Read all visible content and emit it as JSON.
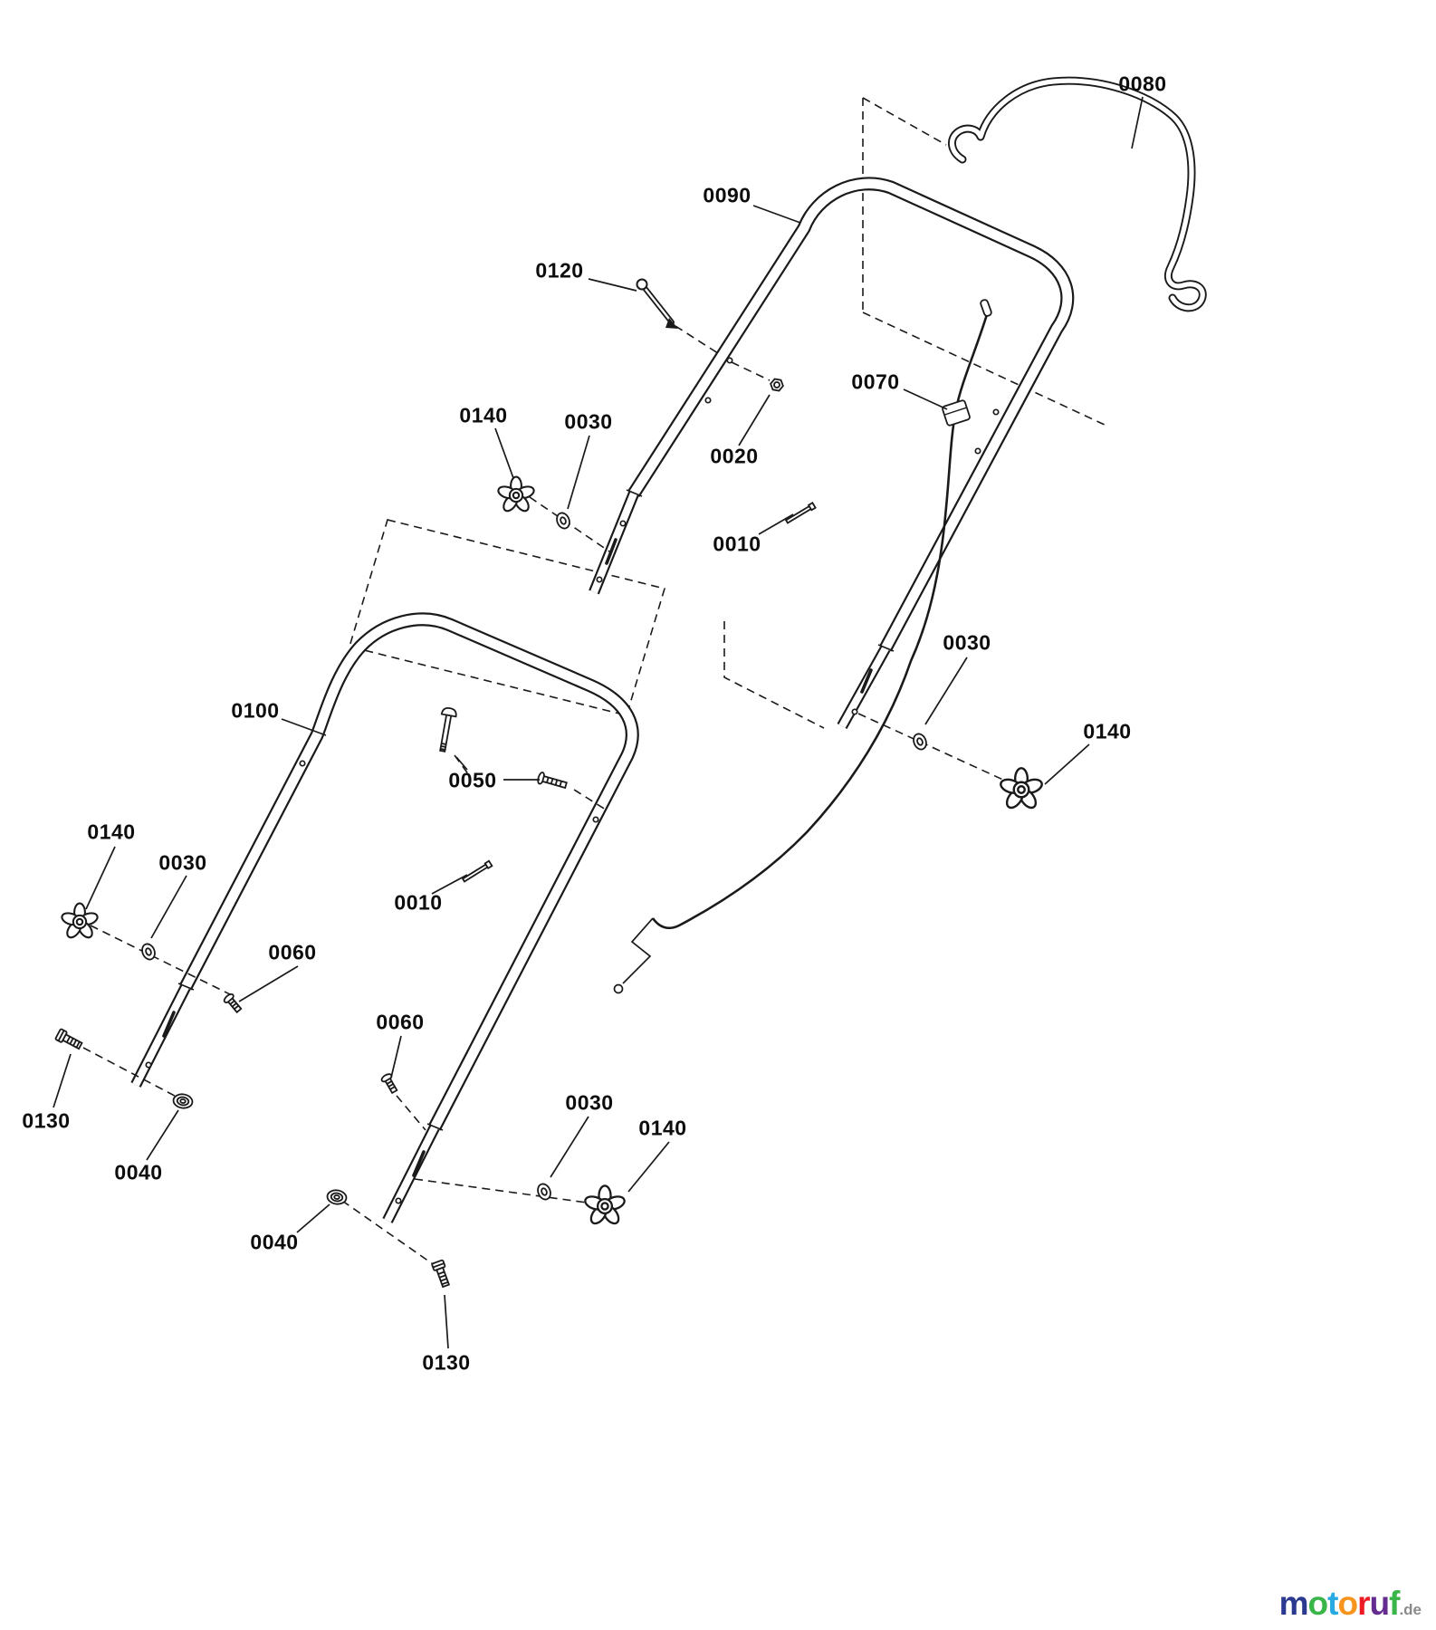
{
  "diagram": {
    "background": "#ffffff",
    "line_color": "#1a1a1a"
  },
  "labels": [
    {
      "text": "0080"
    },
    {
      "text": "0090"
    },
    {
      "text": "0120"
    },
    {
      "text": "0140"
    },
    {
      "text": "0030"
    },
    {
      "text": "0070"
    },
    {
      "text": "0020"
    },
    {
      "text": "0010"
    },
    {
      "text": "0100"
    },
    {
      "text": "0050"
    },
    {
      "text": "0030"
    },
    {
      "text": "0140"
    },
    {
      "text": "0140"
    },
    {
      "text": "0030"
    },
    {
      "text": "0010"
    },
    {
      "text": "0060"
    },
    {
      "text": "0060"
    },
    {
      "text": "0130"
    },
    {
      "text": "0040"
    },
    {
      "text": "0030"
    },
    {
      "text": "0140"
    },
    {
      "text": "0040"
    },
    {
      "text": "0130"
    }
  ],
  "watermark": {
    "letters": [
      {
        "ch": "m",
        "style": "color:#2b3990"
      },
      {
        "ch": "o",
        "style": "color:#39b54a"
      },
      {
        "ch": "t",
        "style": "color:#27aae1"
      },
      {
        "ch": "o",
        "style": "color:#f7941d"
      },
      {
        "ch": "r",
        "style": "color:#ed1c24"
      },
      {
        "ch": "u",
        "style": "color:#662d91"
      },
      {
        "ch": "f",
        "style": "color:#39b54a"
      }
    ],
    "tld": ".de",
    "tld_style": "color:#8a8a8a"
  }
}
